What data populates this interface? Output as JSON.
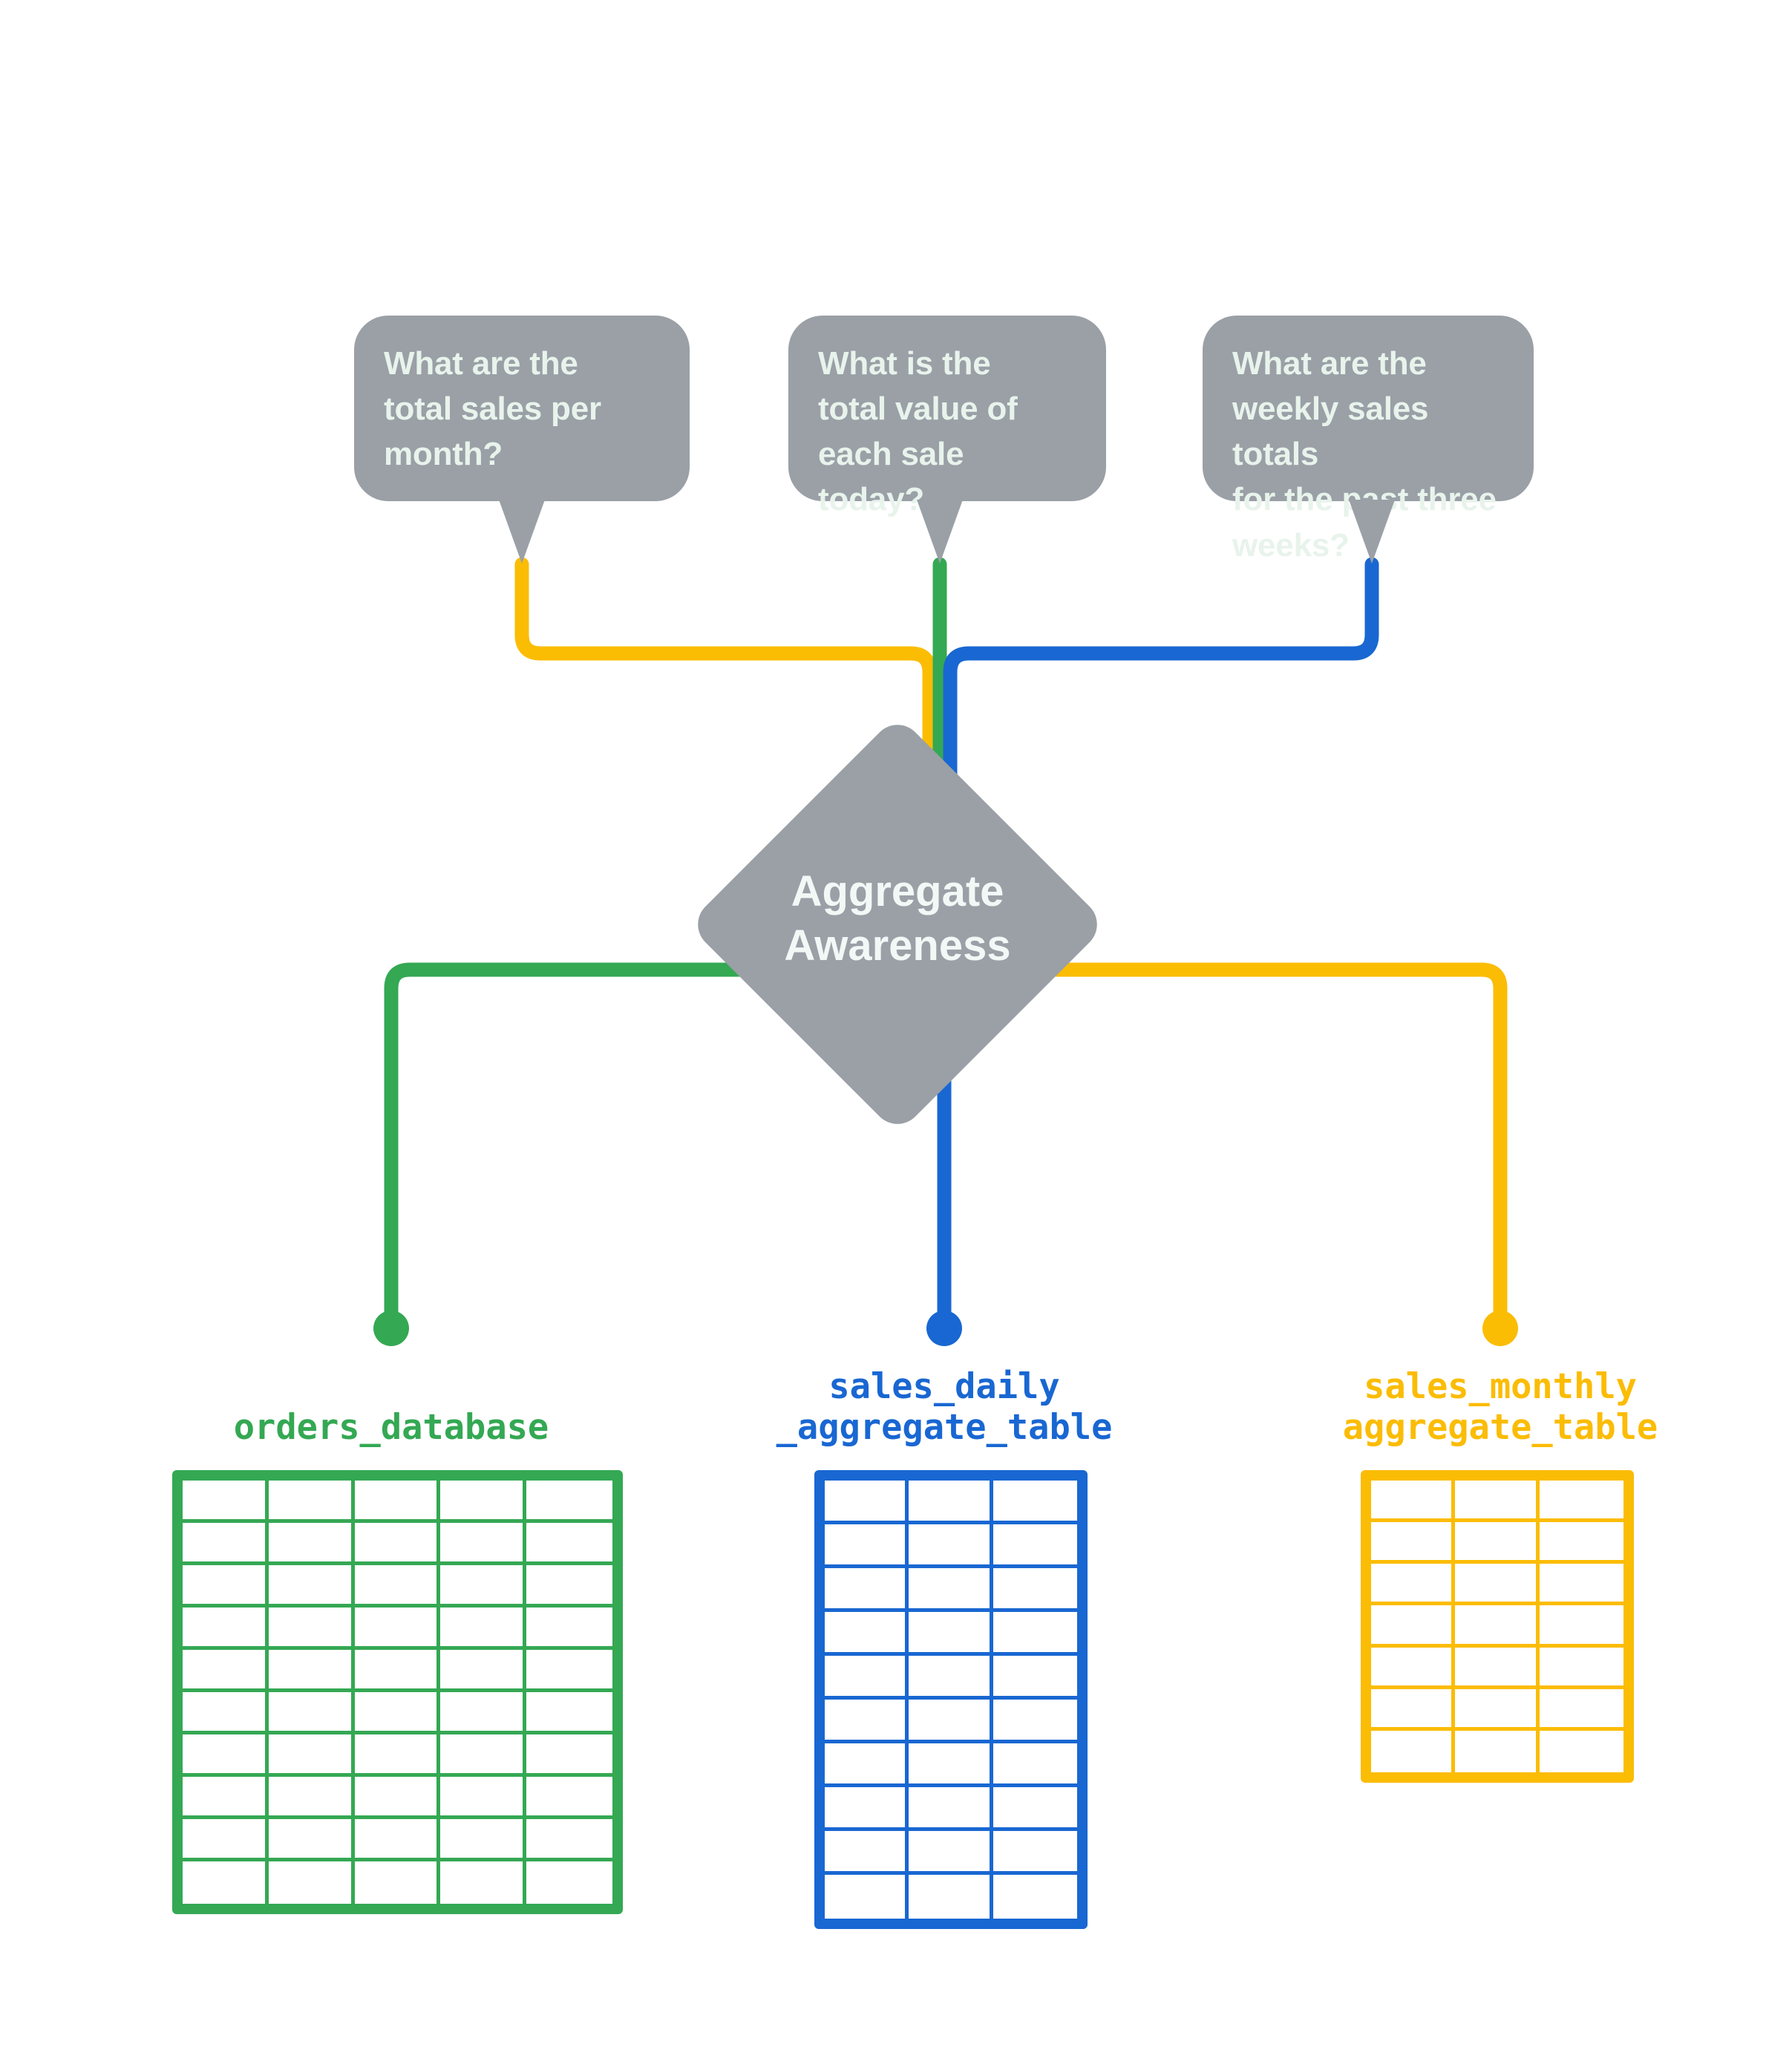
{
  "diagram": {
    "title": "Aggregate Awareness",
    "center_node": {
      "label": "Aggregate\nAwareness",
      "shape": "diamond",
      "color": "#9aa0a6",
      "text_color": "#f1f8f6"
    },
    "questions": [
      {
        "id": "q-monthly",
        "text": "What are the\ntotal sales per\nmonth?",
        "wire_color": "#fbbc04",
        "routes_to": "sales_monthly_aggregate_table"
      },
      {
        "id": "q-daily",
        "text": "What is the\ntotal value of\neach sale today?",
        "wire_color": "#34a853",
        "routes_to": "orders_database"
      },
      {
        "id": "q-weekly",
        "text": "What are the\nweekly sales totals\nfor the past three\nweeks?",
        "wire_color": "#1967d2",
        "routes_to": "sales_daily_aggregate_table"
      }
    ],
    "tables": [
      {
        "id": "orders_database",
        "label": "orders_database",
        "color": "#34a853",
        "columns": 5,
        "rows": 10
      },
      {
        "id": "sales_daily_aggregate_table",
        "label": "sales_daily\n_aggregate_table",
        "color": "#1967d2",
        "columns": 3,
        "rows": 10
      },
      {
        "id": "sales_monthly_aggregate_table",
        "label": "sales_monthly\naggregate_table",
        "color": "#fbbc04",
        "columns": 3,
        "rows": 7
      }
    ],
    "palette": {
      "green": "#34a853",
      "blue": "#1967d2",
      "yellow": "#fbbc04",
      "gray": "#9aa0a6",
      "bubble_text": "#e8f3ec",
      "background": "#ffffff"
    }
  }
}
